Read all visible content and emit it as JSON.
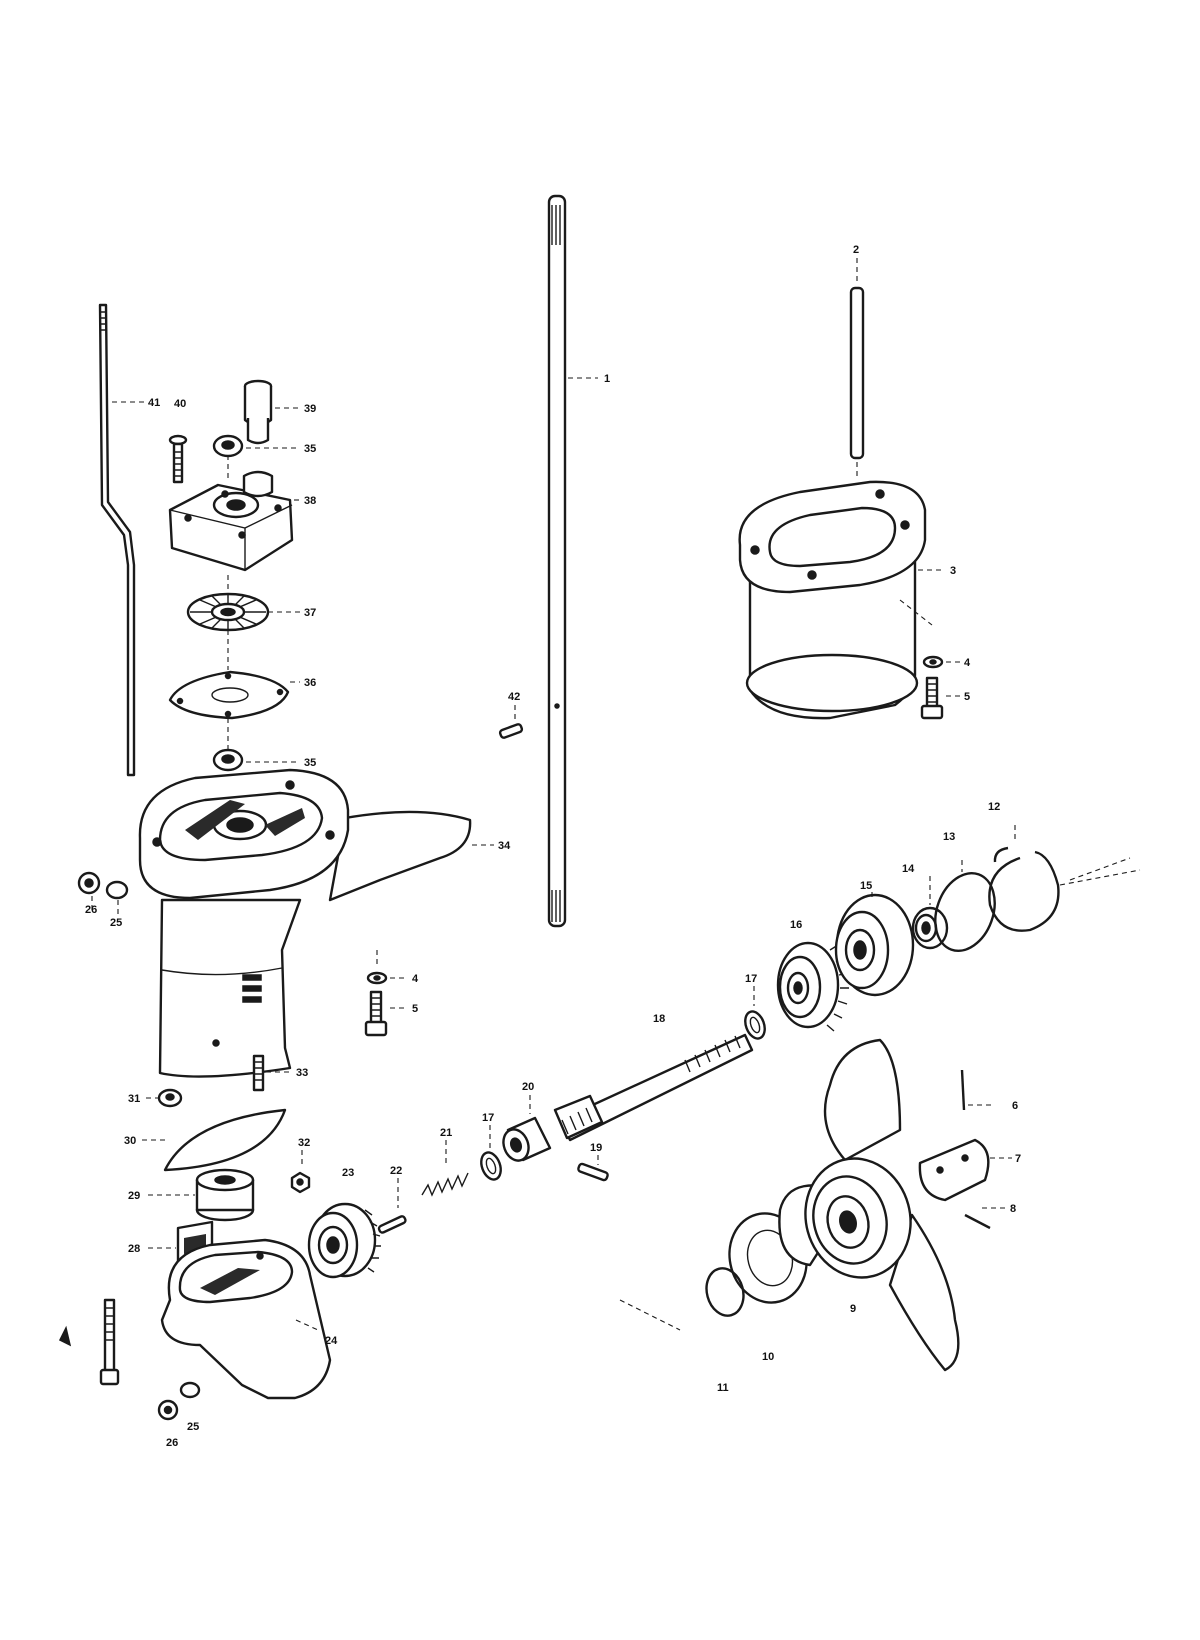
{
  "diagram": {
    "labels": [
      "1",
      "2",
      "3",
      "4",
      "5",
      "4",
      "5",
      "6",
      "7",
      "8",
      "9",
      "10",
      "11",
      "12",
      "13",
      "14",
      "15",
      "16",
      "17",
      "17",
      "18",
      "19",
      "20",
      "21",
      "22",
      "23",
      "24",
      "25",
      "25",
      "26",
      "26",
      "28",
      "29",
      "30",
      "31",
      "32",
      "33",
      "34",
      "35",
      "35",
      "36",
      "37",
      "38",
      "39",
      "40",
      "41",
      "42"
    ]
  }
}
